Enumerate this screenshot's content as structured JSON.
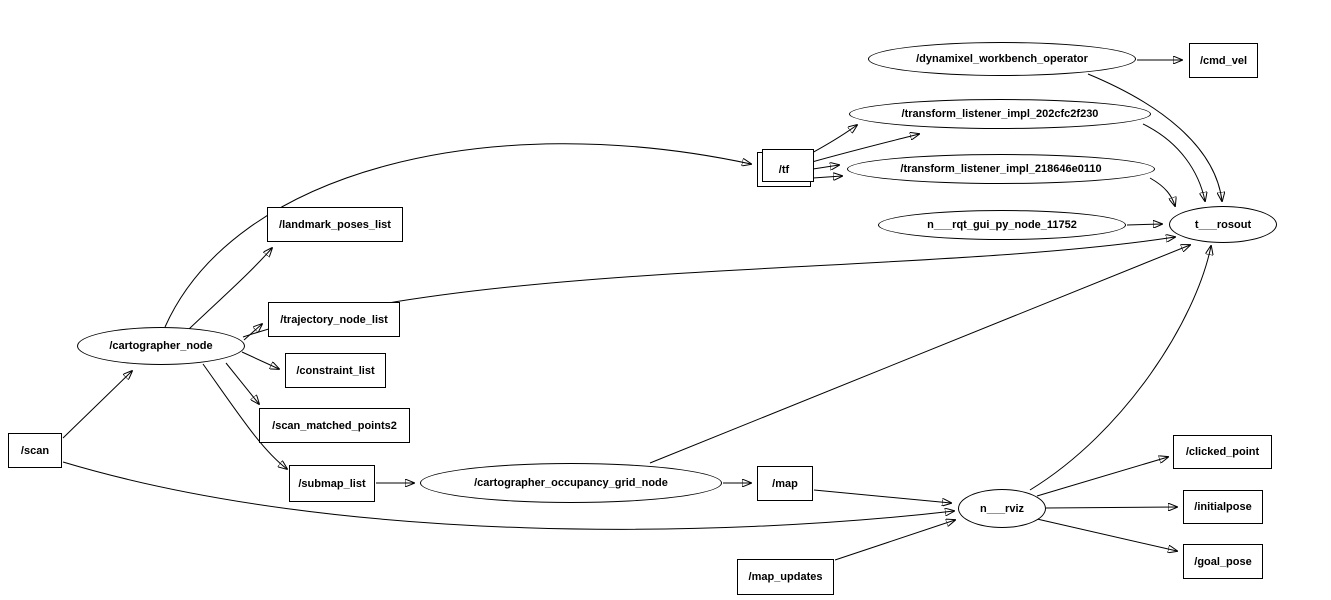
{
  "diagram": {
    "kind": "ros-node-graph",
    "colors": {
      "background": "#ffffff",
      "stroke": "#000000",
      "text": "#000000"
    },
    "nodes": [
      {
        "id": "scan",
        "label": "/scan",
        "shape": "rect",
        "role": "topic"
      },
      {
        "id": "cartographer_node",
        "label": "/cartographer_node",
        "shape": "ellipse",
        "role": "node"
      },
      {
        "id": "landmark_poses_list",
        "label": "/landmark_poses_list",
        "shape": "rect",
        "role": "topic"
      },
      {
        "id": "trajectory_node_list",
        "label": "/trajectory_node_list",
        "shape": "rect",
        "role": "topic"
      },
      {
        "id": "constraint_list",
        "label": "/constraint_list",
        "shape": "rect",
        "role": "topic"
      },
      {
        "id": "scan_matched_points2",
        "label": "/scan_matched_points2",
        "shape": "rect",
        "role": "topic"
      },
      {
        "id": "submap_list",
        "label": "/submap_list",
        "shape": "rect",
        "role": "topic"
      },
      {
        "id": "cartographer_occupancy_grid_node",
        "label": "/cartographer_occupancy_grid_node",
        "shape": "ellipse",
        "role": "node"
      },
      {
        "id": "map",
        "label": "/map",
        "shape": "rect",
        "role": "topic"
      },
      {
        "id": "map_updates",
        "label": "/map_updates",
        "shape": "rect",
        "role": "topic"
      },
      {
        "id": "rviz",
        "label": "n___rviz",
        "shape": "ellipse",
        "role": "node"
      },
      {
        "id": "clicked_point",
        "label": "/clicked_point",
        "shape": "rect",
        "role": "topic"
      },
      {
        "id": "initialpose",
        "label": "/initialpose",
        "shape": "rect",
        "role": "topic"
      },
      {
        "id": "goal_pose",
        "label": "/goal_pose",
        "shape": "rect",
        "role": "topic"
      },
      {
        "id": "tf",
        "label": "/tf",
        "shape": "box3d",
        "role": "topic-group"
      },
      {
        "id": "dynamixel_workbench_operator",
        "label": "/dynamixel_workbench_operator",
        "shape": "ellipse",
        "role": "node"
      },
      {
        "id": "transform_listener_202",
        "label": "/transform_listener_impl_202cfc2f230",
        "shape": "ellipse",
        "role": "node"
      },
      {
        "id": "transform_listener_218",
        "label": "/transform_listener_impl_218646e0110",
        "shape": "ellipse",
        "role": "node"
      },
      {
        "id": "rqt_gui_py_node",
        "label": "n___rqt_gui_py_node_11752",
        "shape": "ellipse",
        "role": "node"
      },
      {
        "id": "rosout",
        "label": "t___rosout",
        "shape": "ellipse",
        "role": "topic-group"
      },
      {
        "id": "cmd_vel",
        "label": "/cmd_vel",
        "shape": "rect",
        "role": "topic"
      }
    ],
    "edges": [
      {
        "from": "/scan",
        "to": "/cartographer_node"
      },
      {
        "from": "/scan",
        "to": "n___rviz"
      },
      {
        "from": "/cartographer_node",
        "to": "/landmark_poses_list"
      },
      {
        "from": "/cartographer_node",
        "to": "/trajectory_node_list"
      },
      {
        "from": "/cartographer_node",
        "to": "/constraint_list"
      },
      {
        "from": "/cartographer_node",
        "to": "/scan_matched_points2"
      },
      {
        "from": "/cartographer_node",
        "to": "/submap_list"
      },
      {
        "from": "/cartographer_node",
        "to": "/tf"
      },
      {
        "from": "/cartographer_node",
        "to": "t___rosout"
      },
      {
        "from": "/submap_list",
        "to": "/cartographer_occupancy_grid_node"
      },
      {
        "from": "/cartographer_occupancy_grid_node",
        "to": "/map"
      },
      {
        "from": "/cartographer_occupancy_grid_node",
        "to": "t___rosout"
      },
      {
        "from": "/map",
        "to": "n___rviz"
      },
      {
        "from": "/map_updates",
        "to": "n___rviz"
      },
      {
        "from": "n___rviz",
        "to": "/clicked_point"
      },
      {
        "from": "n___rviz",
        "to": "/initialpose"
      },
      {
        "from": "n___rviz",
        "to": "/goal_pose"
      },
      {
        "from": "n___rviz",
        "to": "t___rosout"
      },
      {
        "from": "/tf",
        "to": "/transform_listener_impl_202cfc2f230",
        "count": 2
      },
      {
        "from": "/tf",
        "to": "/transform_listener_impl_218646e0110",
        "count": 2
      },
      {
        "from": "/transform_listener_impl_202cfc2f230",
        "to": "t___rosout"
      },
      {
        "from": "/transform_listener_impl_218646e0110",
        "to": "t___rosout"
      },
      {
        "from": "/dynamixel_workbench_operator",
        "to": "/cmd_vel"
      },
      {
        "from": "/dynamixel_workbench_operator",
        "to": "t___rosout"
      },
      {
        "from": "n___rqt_gui_py_node_11752",
        "to": "t___rosout"
      }
    ]
  }
}
